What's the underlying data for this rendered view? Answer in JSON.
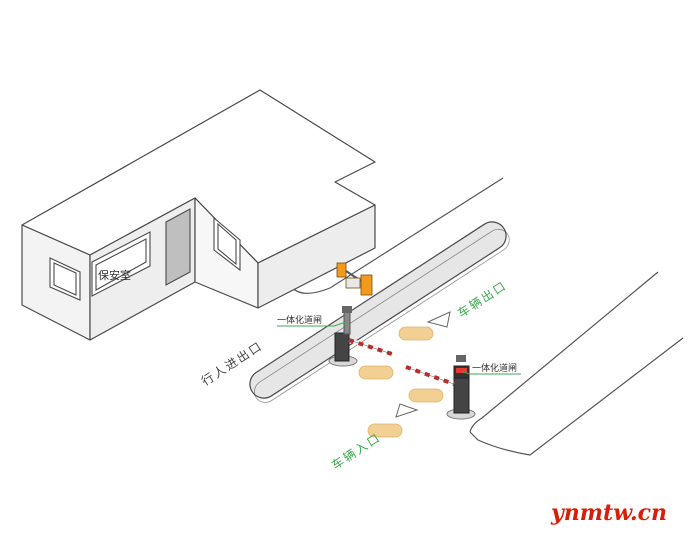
{
  "labels": {
    "guard_room": "保安室",
    "pedestrian_exit_entrance": "行人进出口",
    "vehicle_exit": "车辆出口",
    "vehicle_entrance": "车辆入口",
    "barrier_gate_top": "一体化道闸",
    "barrier_gate_bottom": "一体化道闸"
  },
  "watermark": "ynmtw.cn",
  "colors": {
    "outline": "#4a4a4a",
    "wall_front": "#f2f2f2",
    "wall_side": "#ececec",
    "roof": "#ffffff",
    "door": "#bdbdbd",
    "island": "#e6e6e6",
    "bump": "#f2cf92",
    "green_text": "#3daa4f",
    "barrier_red": "#c62828",
    "turnstile_orange": "#f29a1e",
    "watermark_red": "#d81e06"
  }
}
